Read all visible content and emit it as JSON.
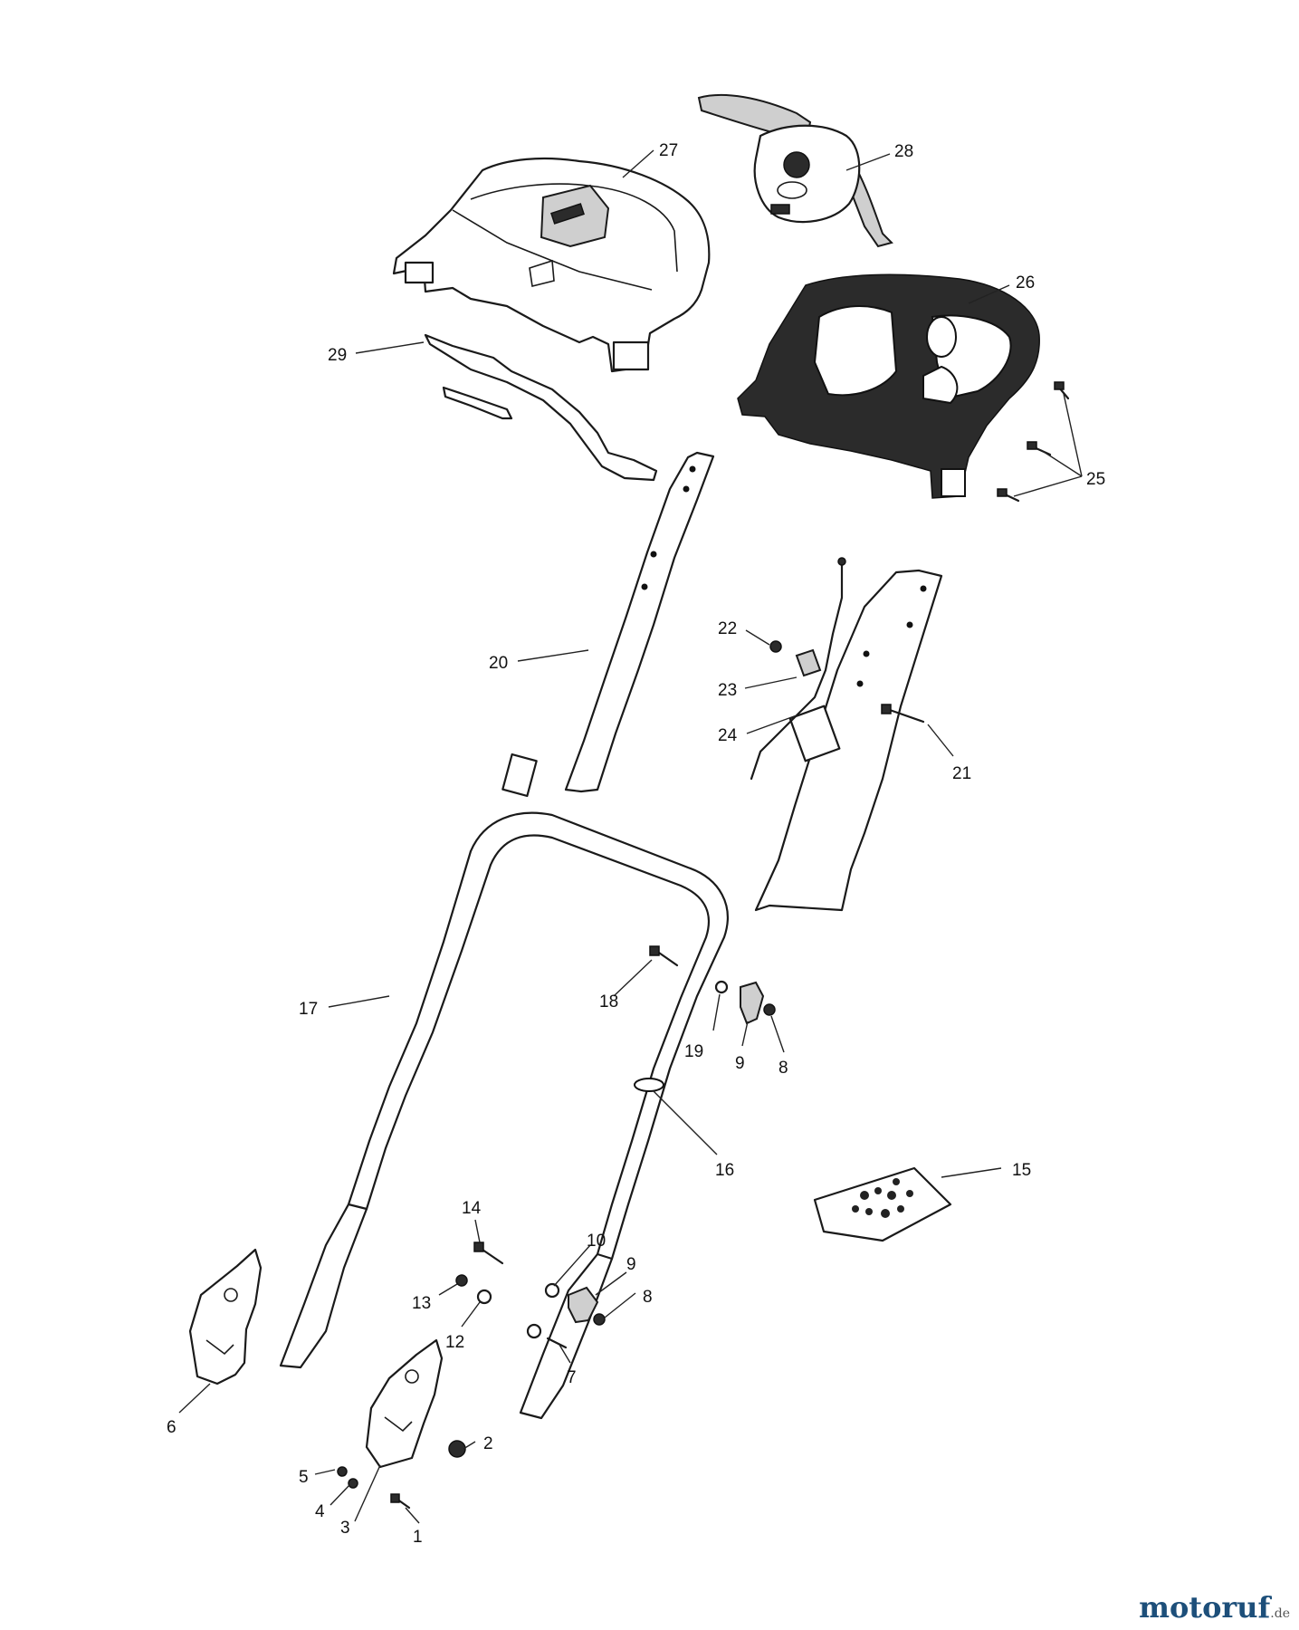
{
  "callouts": {
    "c1": "1",
    "c2": "2",
    "c3": "3",
    "c4": "4",
    "c5": "5",
    "c6": "6",
    "c7": "7",
    "c8a": "8",
    "c8b": "8",
    "c9a": "9",
    "c9b": "9",
    "c10": "10",
    "c12": "12",
    "c13": "13",
    "c14": "14",
    "c15": "15",
    "c16": "16",
    "c17": "17",
    "c18": "18",
    "c19": "19",
    "c20": "20",
    "c21": "21",
    "c22": "22",
    "c23": "23",
    "c24": "24",
    "c25": "25",
    "c26": "26",
    "c27": "27",
    "c28": "28",
    "c29": "29"
  },
  "watermark": {
    "brand": "motoruf",
    "tld": ".de"
  }
}
